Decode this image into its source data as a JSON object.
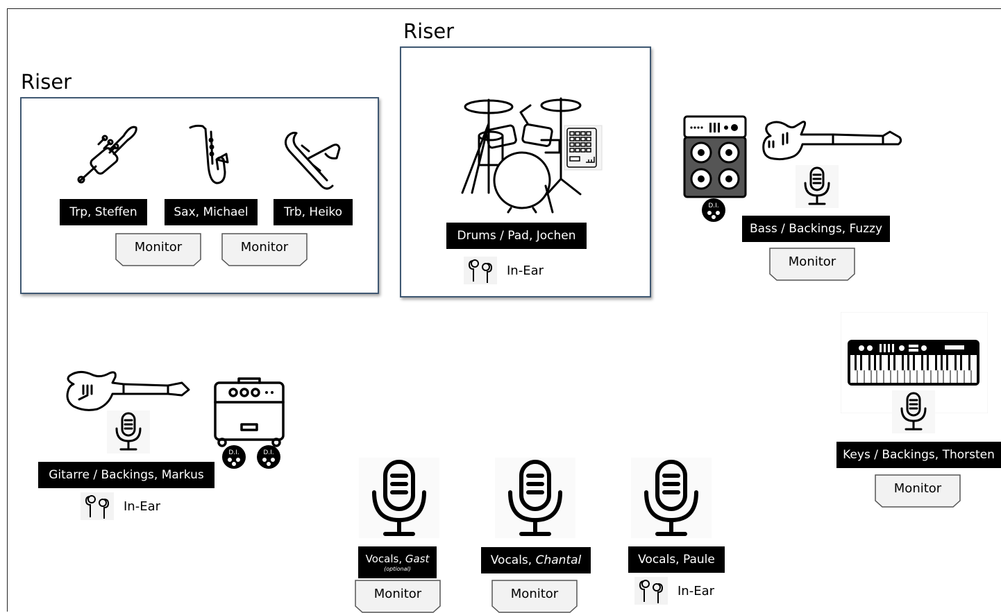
{
  "risers": {
    "brass_title": "Riser",
    "drums_title": "Riser"
  },
  "labels": {
    "trp": "Trp, Steffen",
    "sax": "Sax, Michael",
    "trb": "Trb, Heiko",
    "drums": "Drums / Pad, Jochen",
    "bass": "Bass / Backings, Fuzzy",
    "keys": "Keys / Backings, Thorsten",
    "guitar": "Gitarre / Backings, Markus",
    "vocals_gast_prefix": "Vocals, ",
    "vocals_gast_name": "Gast",
    "vocals_gast_sub": "(optional)",
    "vocals_chantal_prefix": "Vocals, ",
    "vocals_chantal_name": "Chantal",
    "vocals_paule": "Vocals, Paule"
  },
  "monitor_label": "Monitor",
  "inear_label": "In-Ear",
  "di_label": "D.I."
}
